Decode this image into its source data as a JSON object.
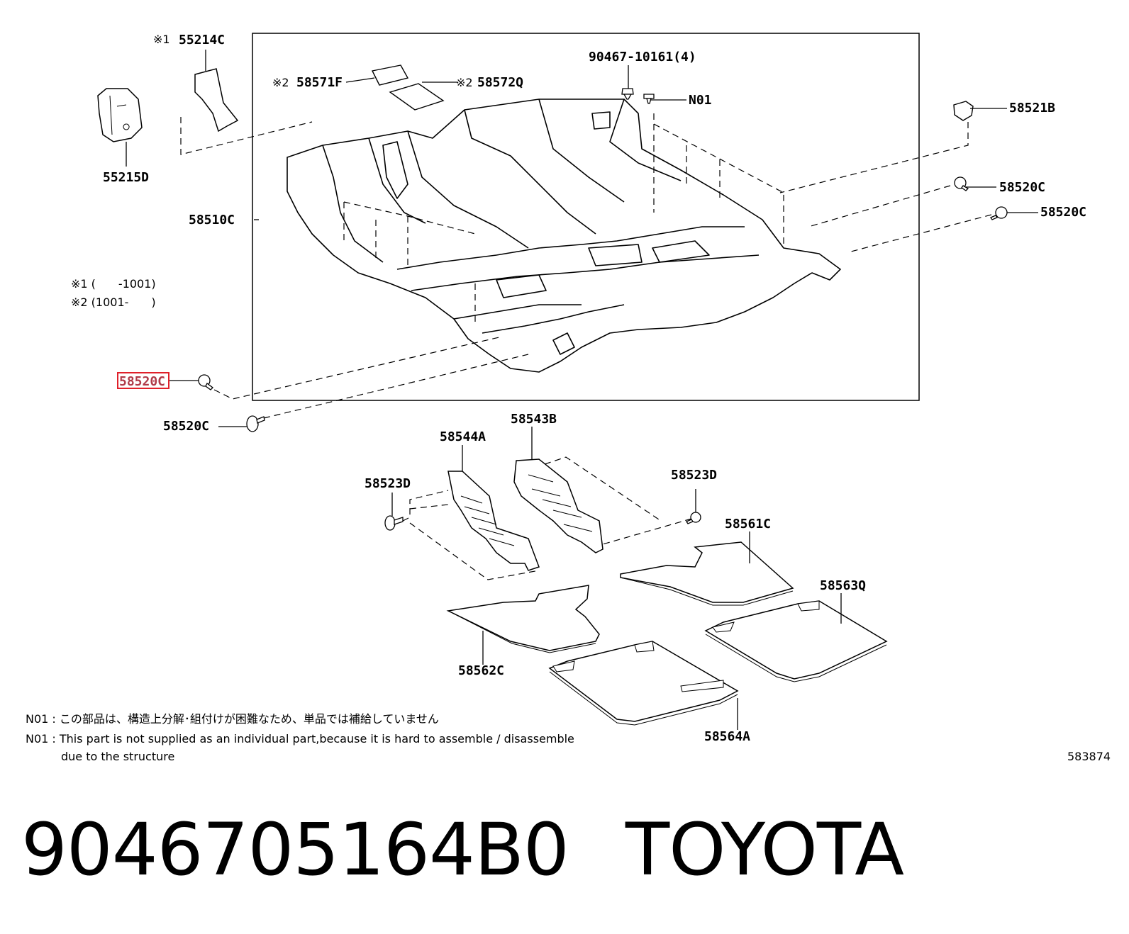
{
  "callouts": {
    "c55214c": "55214C",
    "c55215d": "55215D",
    "c58571f": "58571F",
    "c58572q": "58572Q",
    "c90467": "90467-10161(4)",
    "cn01": "N01",
    "c58521b": "58521B",
    "c58520c_a": "58520C",
    "c58520c_b": "58520C",
    "c58520c_left": "58520C",
    "c58520c_low": "58520C",
    "c58510c": "58510C",
    "c58544a": "58544A",
    "c58543b": "58543B",
    "c58523d_l": "58523D",
    "c58523d_r": "58523D",
    "c58561c": "58561C",
    "c58563q": "58563Q",
    "c58562c": "58562C",
    "c58564a": "58564A"
  },
  "marks": {
    "m1": "※1",
    "m2a": "※2",
    "m2b": "※2"
  },
  "legend": {
    "line1": "※1 (　　-1001)",
    "line2": "※2 (1001-　　)"
  },
  "notes": {
    "jp": "N01 : この部品は、構造上分解･組付けが困難なため、単品では補給していません",
    "en1": "N01 : This part is not supplied as an individual part,because it is hard to assemble / disassemble",
    "en2": "due to the structure"
  },
  "ref_number": "583874",
  "caption": {
    "part_number": "9046705164B0",
    "brand": "TOYOTA"
  },
  "colors": {
    "highlight": "#e0202a",
    "line": "#000000"
  }
}
